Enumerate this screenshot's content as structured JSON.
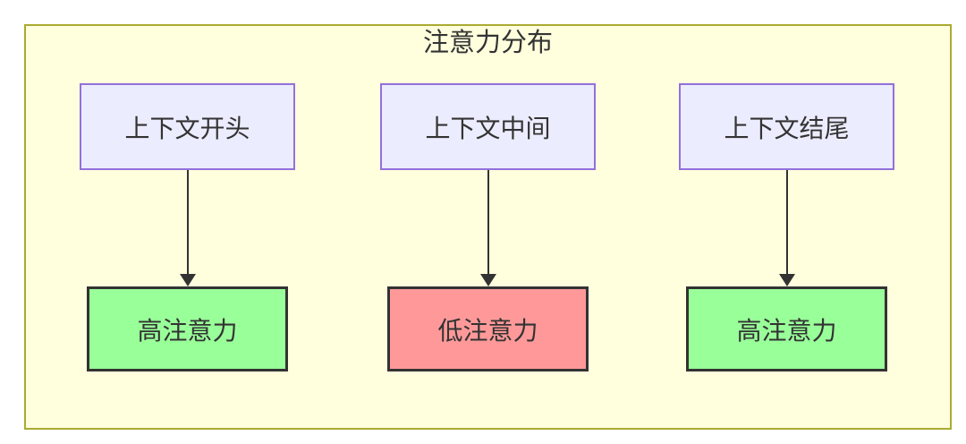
{
  "diagram": {
    "title": "注意力分布",
    "type": "flowchart-top-down",
    "columns": [
      {
        "source_label": "上下文开头",
        "target_label": "高注意力",
        "attention_level": "high",
        "target_fill": "#99ff99"
      },
      {
        "source_label": "上下文中间",
        "target_label": "低注意力",
        "attention_level": "low",
        "target_fill": "#ff9999"
      },
      {
        "source_label": "上下文结尾",
        "target_label": "高注意力",
        "attention_level": "high",
        "target_fill": "#99ff99"
      }
    ],
    "colors": {
      "frame_fill": "#ffffde",
      "frame_border": "#aaaa33",
      "source_fill": "#ececff",
      "source_border": "#9370db",
      "target_border": "#333333",
      "high_attention_fill": "#99ff99",
      "low_attention_fill": "#ff9999",
      "edge": "#333333",
      "text": "#333333"
    }
  }
}
